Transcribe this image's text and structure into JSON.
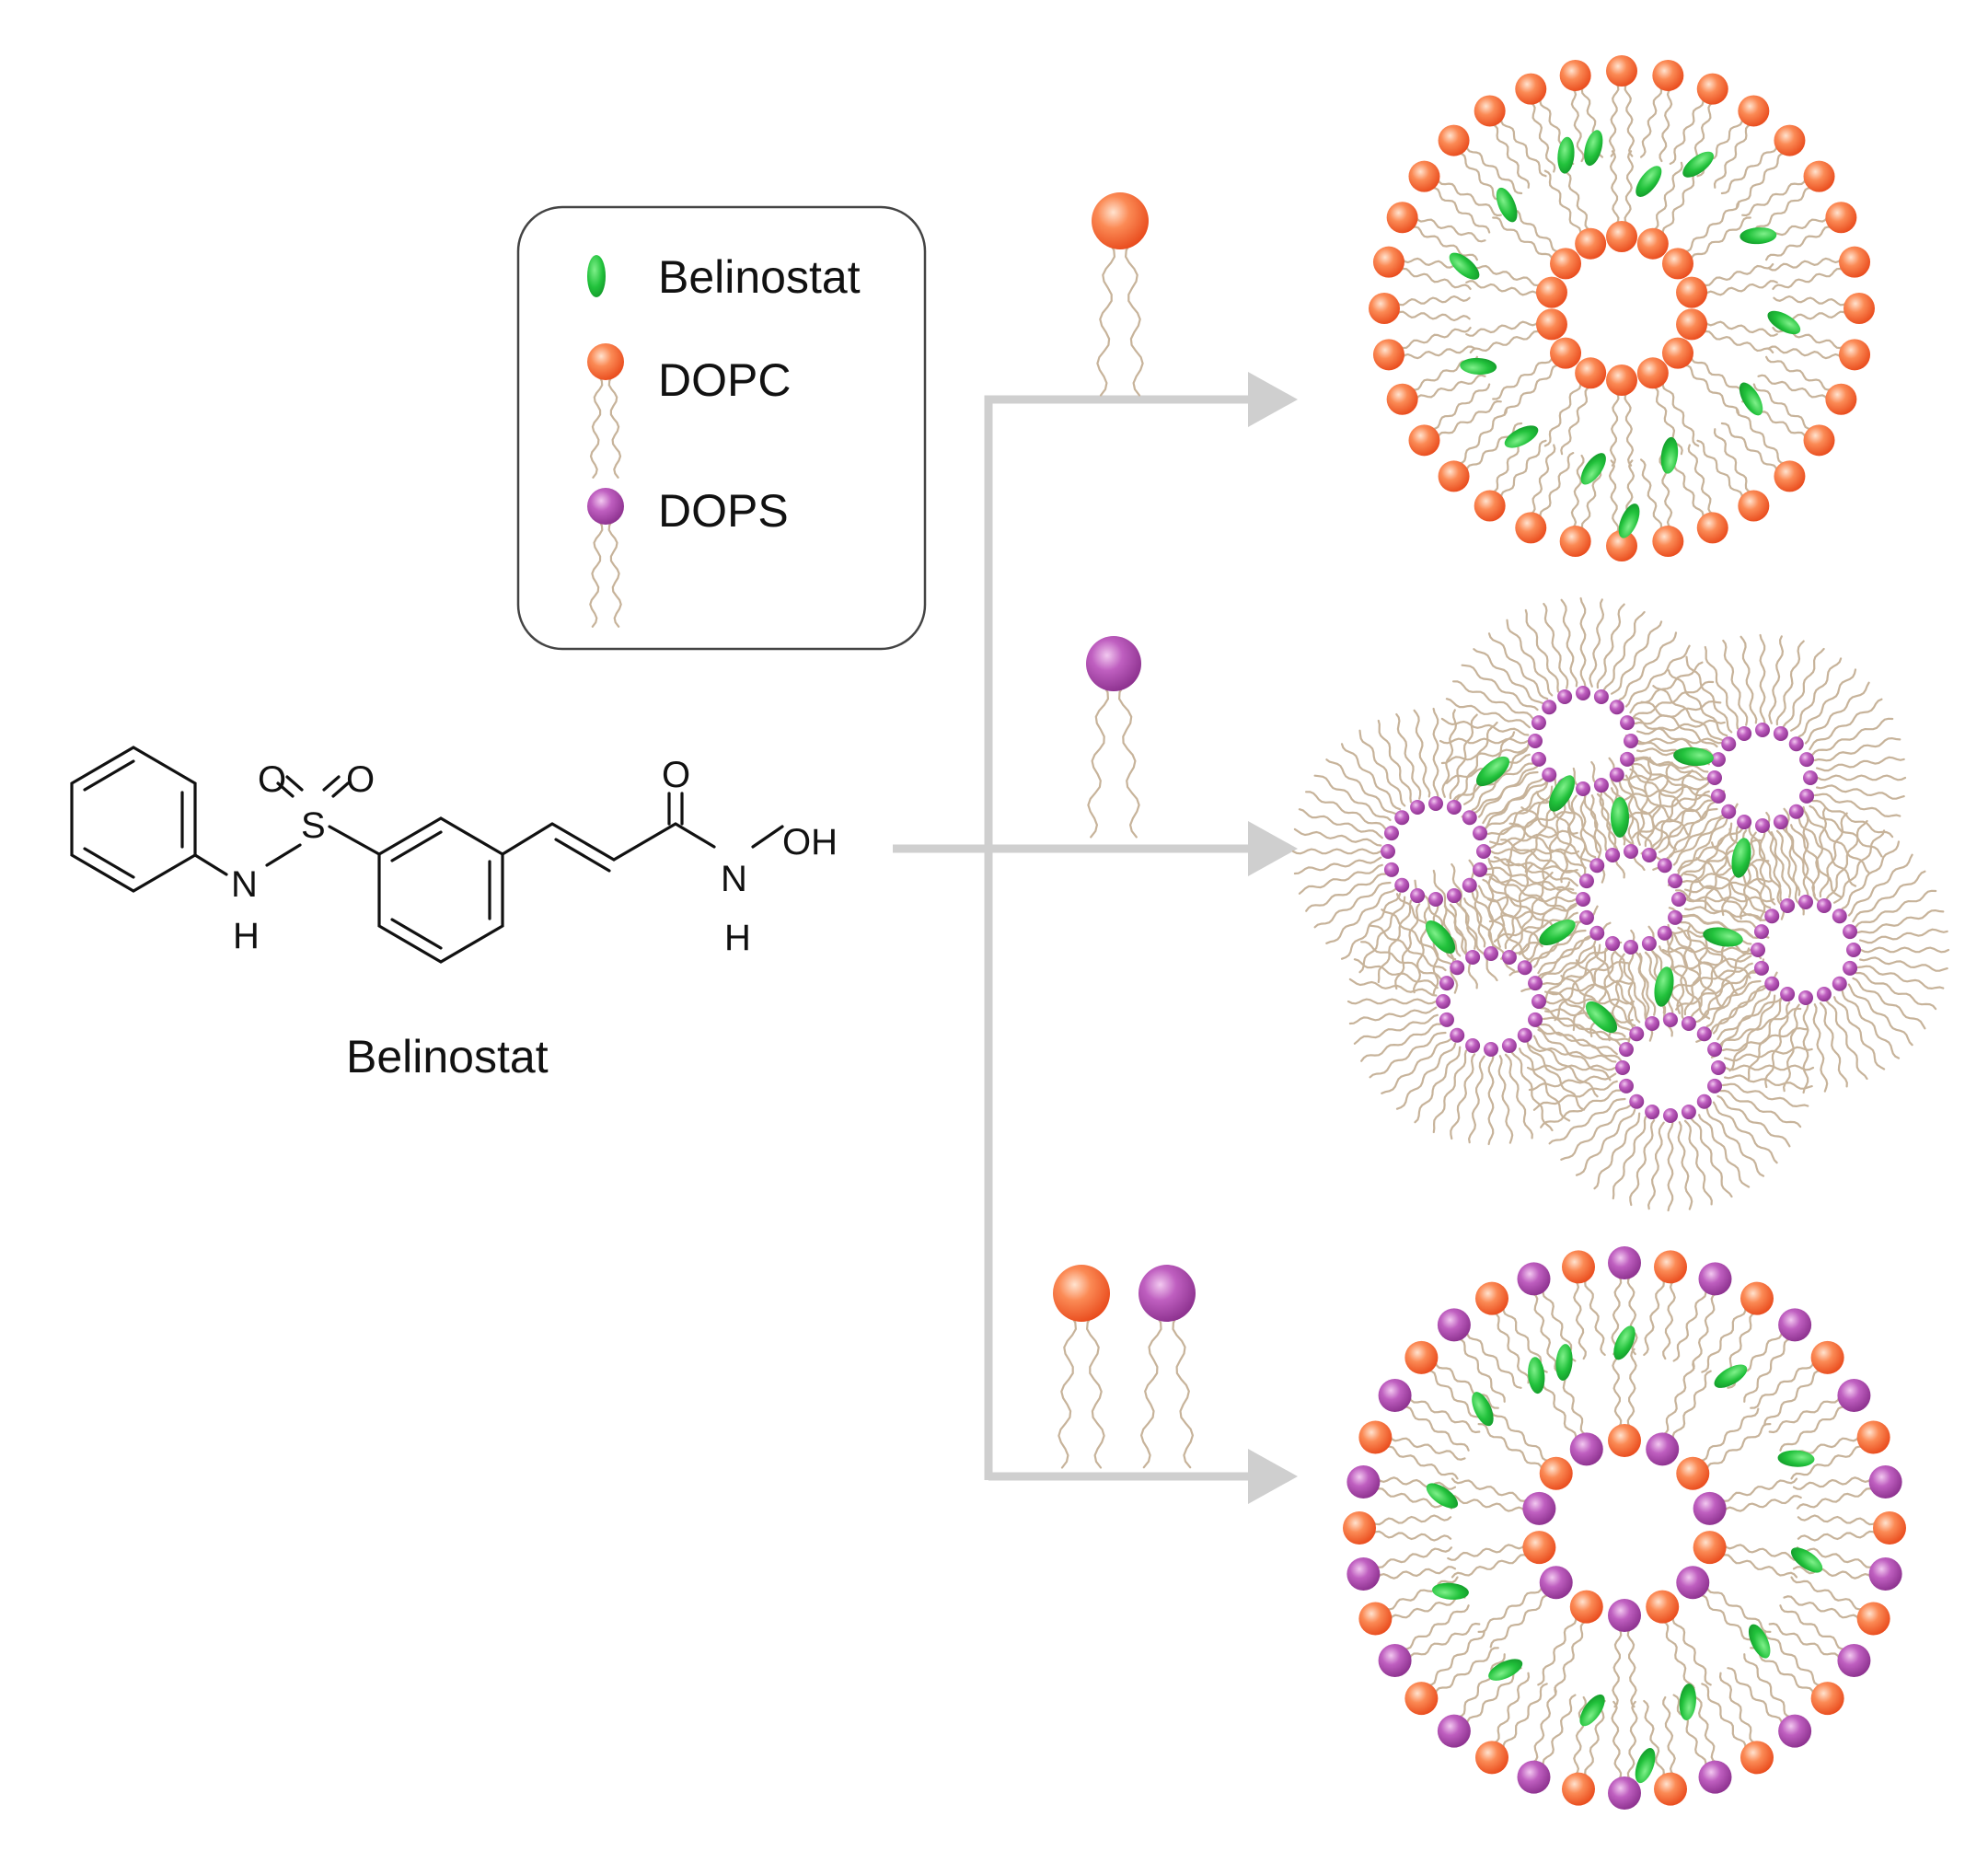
{
  "legend": {
    "items": [
      {
        "label": "Belinostat",
        "icon": "drug-molecule-icon"
      },
      {
        "label": "DOPC",
        "icon": "dopc-lipid-icon"
      },
      {
        "label": "DOPS",
        "icon": "dops-lipid-icon"
      }
    ]
  },
  "compound": {
    "name": "Belinostat",
    "atoms": {
      "o1": "O",
      "o2": "O",
      "s": "S",
      "n1": "N",
      "h1": "H",
      "o3": "O",
      "n2": "N",
      "oh": "OH",
      "h2": "H"
    }
  },
  "colors": {
    "belinostat": "#1fbf3a",
    "dopc": "#f26a3d",
    "dops": "#a54ca8",
    "tail": "#c7b39a",
    "arrow": "#cfcfcf"
  }
}
